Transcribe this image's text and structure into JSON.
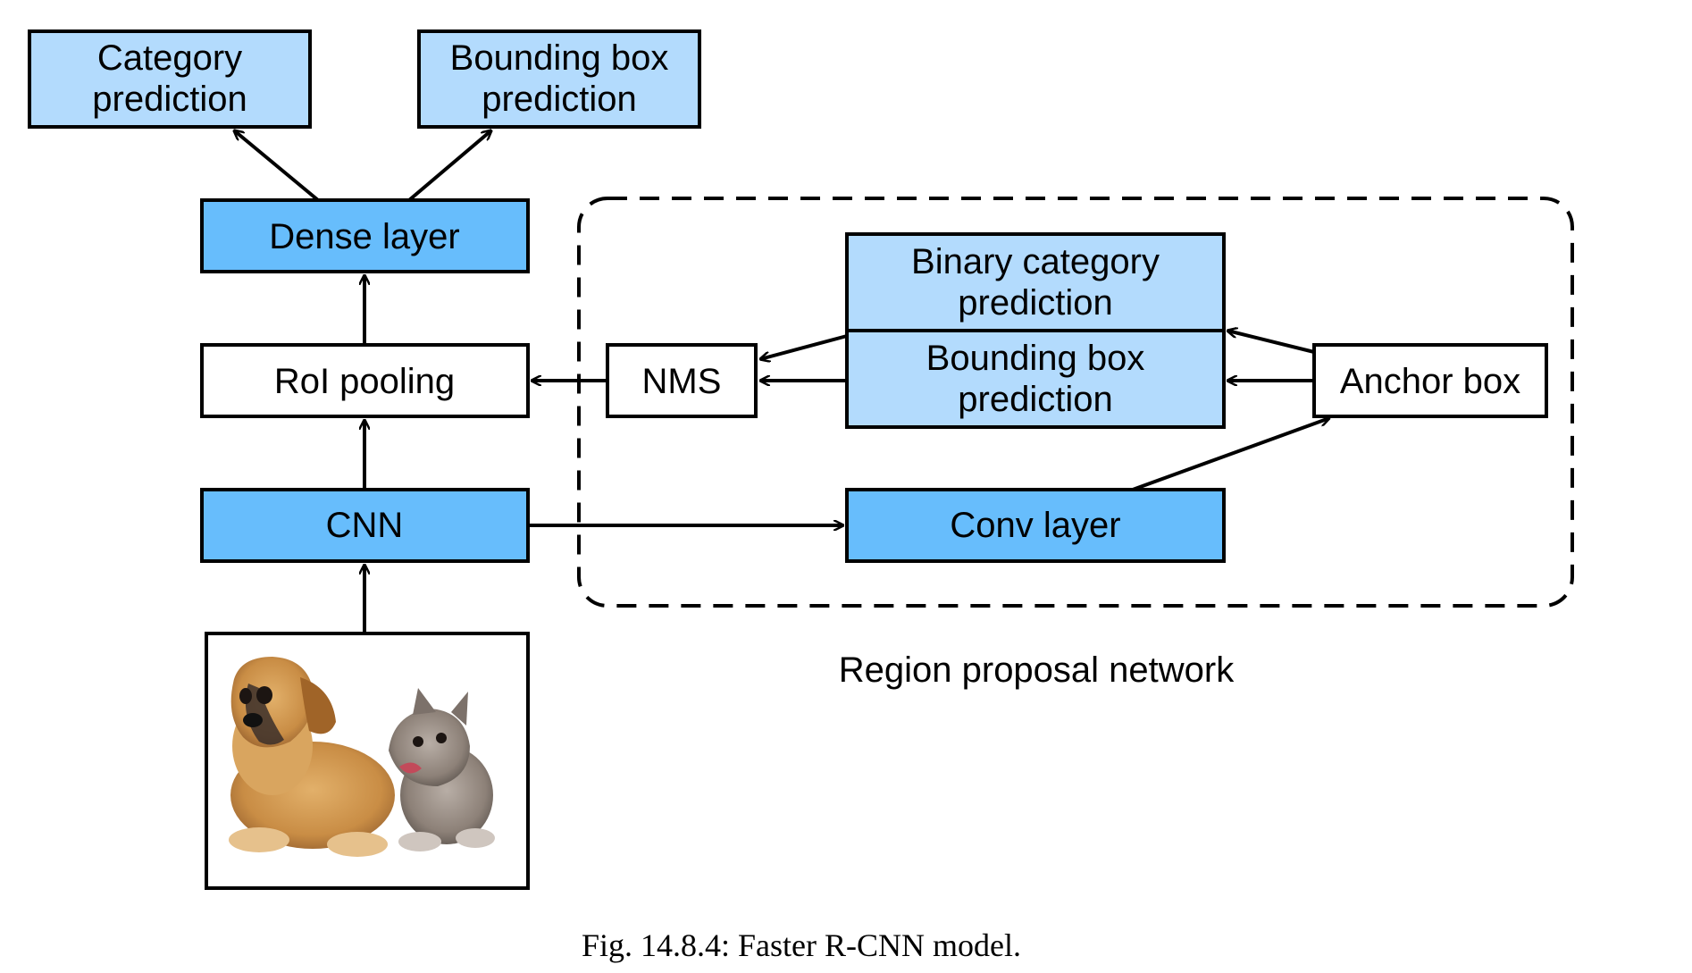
{
  "colors": {
    "light_blue": "#b3dbfd",
    "medium_blue": "#67bdfc",
    "white": "#ffffff",
    "stroke": "#000000"
  },
  "boxes": {
    "category": [
      "Category",
      "prediction"
    ],
    "bbox_top": [
      "Bounding box",
      "prediction"
    ],
    "dense": [
      "Dense layer"
    ],
    "roi": [
      "RoI pooling"
    ],
    "cnn": [
      "CNN"
    ],
    "nms": [
      "NMS"
    ],
    "binary": [
      "Binary category",
      "prediction"
    ],
    "bbox_rpn": [
      "Bounding box",
      "prediction"
    ],
    "anchor": [
      "Anchor box"
    ],
    "conv": [
      "Conv layer"
    ]
  },
  "rpn_label": "Region proposal network",
  "caption": "Fig. 14.8.4: Faster R-CNN model.",
  "input_image": "puppy and kitten photo"
}
